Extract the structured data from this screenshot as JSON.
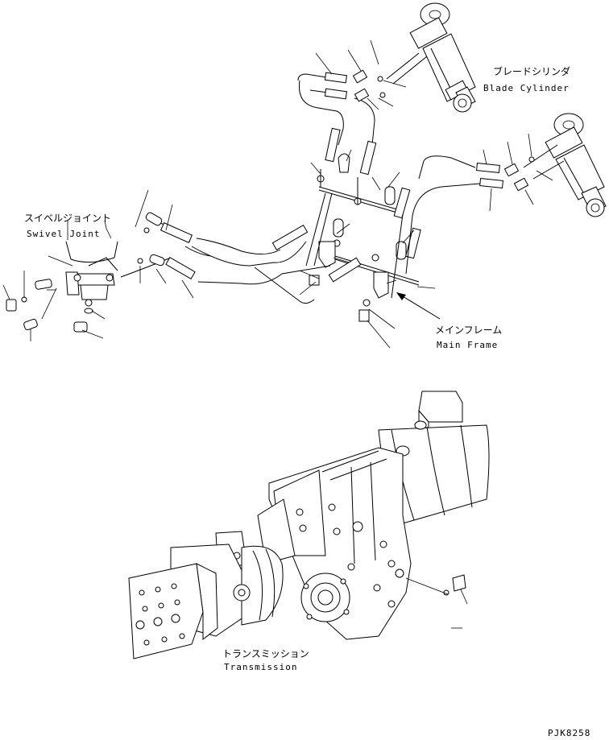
{
  "labels": {
    "blade_cylinder_jp": "ブレードシリンダ",
    "blade_cylinder_en": "Blade Cylinder",
    "swivel_joint_jp": "スイベルジョイント",
    "swivel_joint_en": "Swivel Joint",
    "main_frame_jp": "メインフレーム",
    "main_frame_en": "Main Frame",
    "transmission_jp": "トランスミッション",
    "transmission_en": "Transmission",
    "drawing_code": "PJK8258"
  }
}
